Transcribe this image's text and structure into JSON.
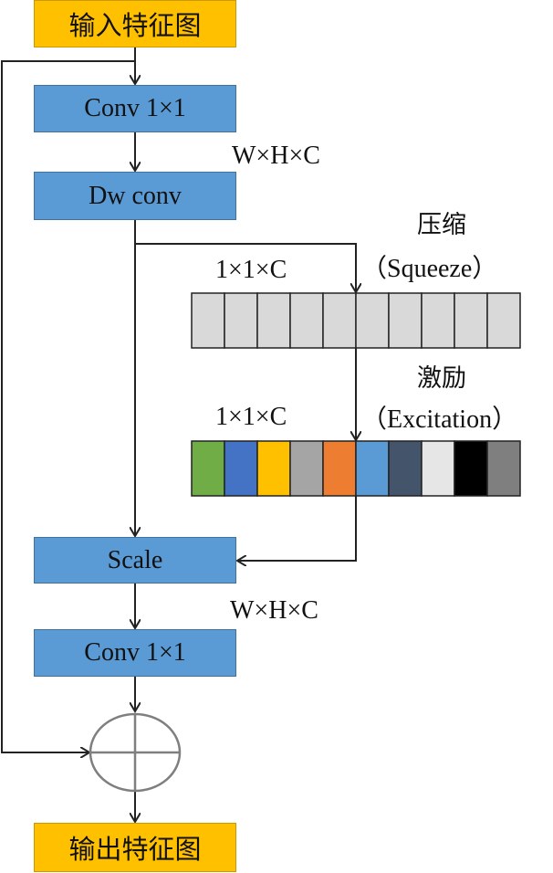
{
  "boxes": {
    "input": "输入特征图",
    "conv1": "Conv 1×1",
    "dwconv": "Dw conv",
    "scale": "Scale",
    "conv2": "Conv 1×1",
    "output": "输出特征图"
  },
  "labels": {
    "whc_top": "W×H×C",
    "whc_bottom": "W×H×C",
    "squeeze_dim": "1×1×C",
    "excitation_dim": "1×1×C",
    "squeeze_cn": "压缩",
    "squeeze_en": "（Squeeze）",
    "excitation_cn": "激励",
    "excitation_en": "（Excitation）"
  },
  "colors": {
    "yellow": "#ffc000",
    "blue": "#5b9bd5",
    "squeeze_cells": "#d9d9d9",
    "excitation_cells": [
      "#70ad47",
      "#4472c4",
      "#ffc000",
      "#a5a5a5",
      "#ed7d31",
      "#5b9bd5",
      "#44546a",
      "#e7e6e6",
      "#000000",
      "#7f7f7f"
    ]
  }
}
